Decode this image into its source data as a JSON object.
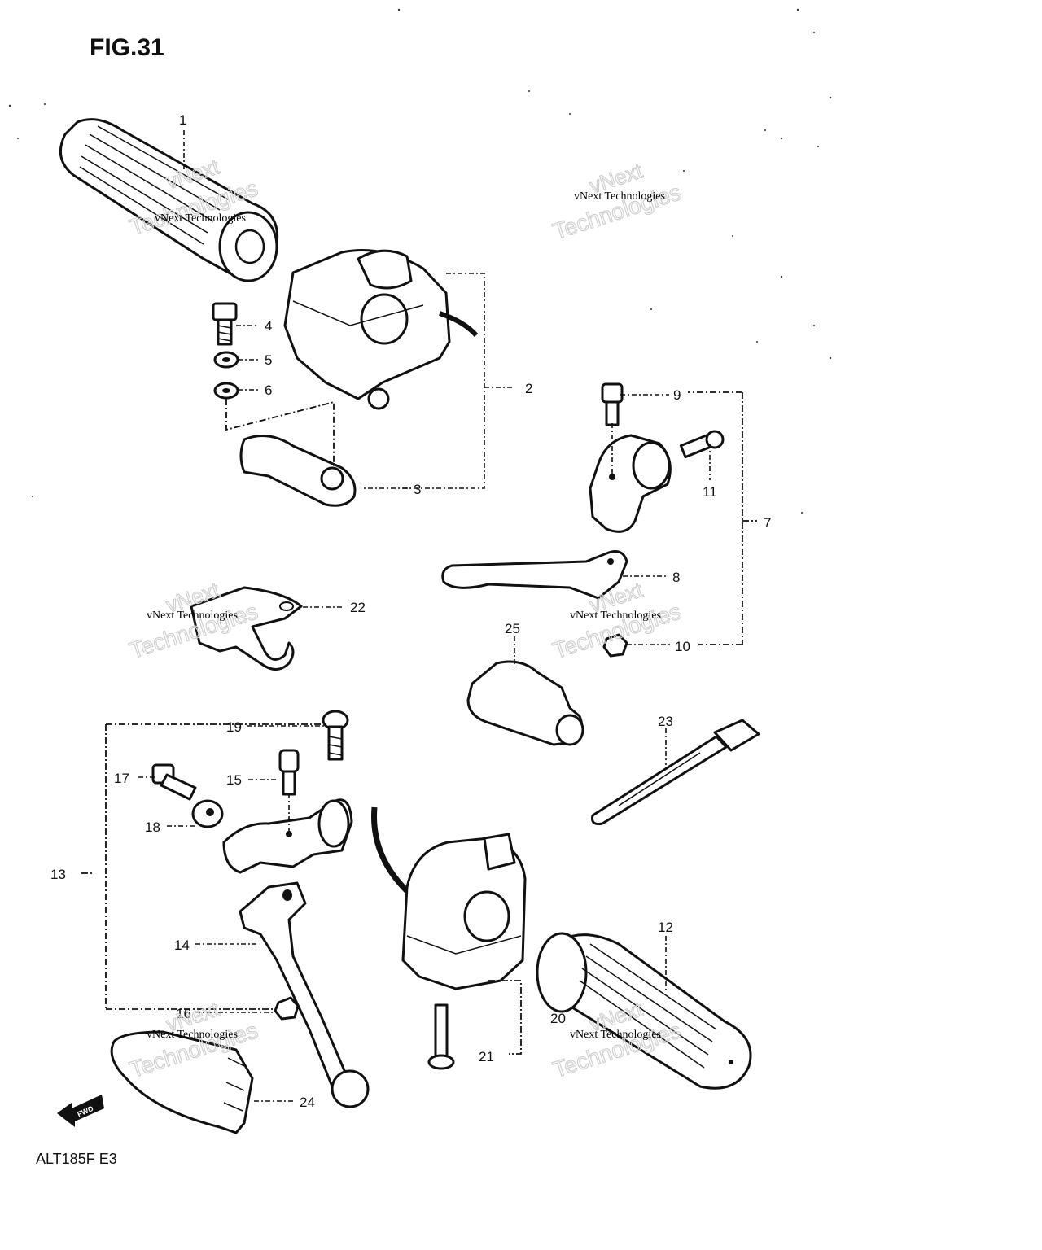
{
  "figure": {
    "title": "FIG.31",
    "model_code": "ALT185F E3",
    "fwd_mark": "FWD"
  },
  "watermark": {
    "line1": "vNext",
    "line2": "vNext Technologies",
    "line3": "Technologies"
  },
  "callouts": [
    {
      "id": "c1",
      "label": "1"
    },
    {
      "id": "c2",
      "label": "2"
    },
    {
      "id": "c3",
      "label": "3"
    },
    {
      "id": "c4",
      "label": "4"
    },
    {
      "id": "c5",
      "label": "5"
    },
    {
      "id": "c6",
      "label": "6"
    },
    {
      "id": "c7",
      "label": "7"
    },
    {
      "id": "c8",
      "label": "8"
    },
    {
      "id": "c9",
      "label": "9"
    },
    {
      "id": "c10",
      "label": "10"
    },
    {
      "id": "c11",
      "label": "11"
    },
    {
      "id": "c12",
      "label": "12"
    },
    {
      "id": "c13",
      "label": "13"
    },
    {
      "id": "c14",
      "label": "14"
    },
    {
      "id": "c15",
      "label": "15"
    },
    {
      "id": "c16",
      "label": "16"
    },
    {
      "id": "c17",
      "label": "17"
    },
    {
      "id": "c18",
      "label": "18"
    },
    {
      "id": "c19",
      "label": "19"
    },
    {
      "id": "c20",
      "label": "20"
    },
    {
      "id": "c21",
      "label": "21"
    },
    {
      "id": "c22",
      "label": "22"
    },
    {
      "id": "c23",
      "label": "23"
    },
    {
      "id": "c24",
      "label": "24"
    },
    {
      "id": "c25",
      "label": "25"
    }
  ]
}
